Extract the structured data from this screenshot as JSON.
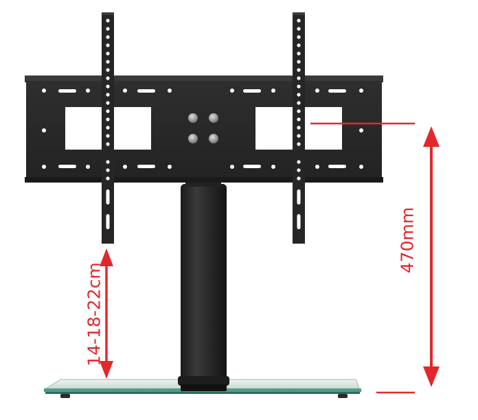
{
  "image": {
    "subject": "TV stand with VESA wall-mount bracket, central column and glass base"
  },
  "dimensions": {
    "total_height_label": "470mm",
    "height_adjustment_label": "14-18-22cm"
  },
  "colors": {
    "background": "#ffffff",
    "bracket": "#2a2a2a",
    "bracket_dark": "#1a1a1a",
    "column": "#262626",
    "glass": "#d8e2df",
    "glass_edge": "#5f9f8f",
    "bolt": "#9a9a9a",
    "dimension": "#e2282c"
  }
}
